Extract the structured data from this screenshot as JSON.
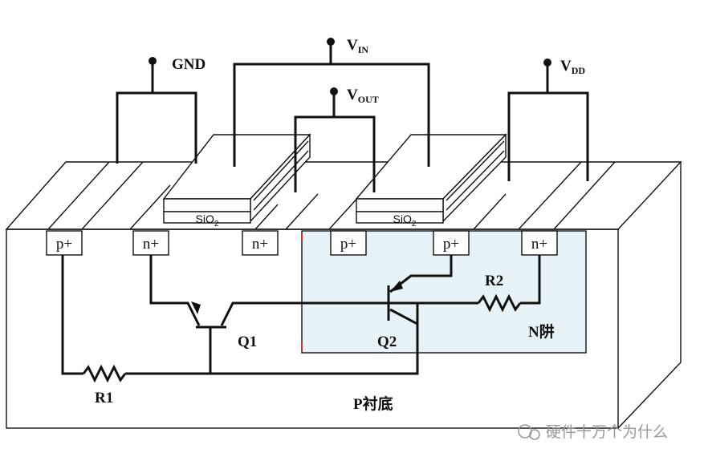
{
  "terminals": {
    "gnd": {
      "main": "GND",
      "sub": ""
    },
    "vin": {
      "main": "V",
      "sub": "IN"
    },
    "vout": {
      "main": "V",
      "sub": "OUT"
    },
    "vdd": {
      "main": "V",
      "sub": "DD"
    }
  },
  "diffusions": [
    "p+",
    "n+",
    "n+",
    "p+",
    "p+",
    "n+"
  ],
  "oxide": [
    "SiO",
    "SiO"
  ],
  "oxide_sub": "2",
  "components": {
    "q1": "Q1",
    "q2": "Q2",
    "r1": "R1",
    "r2": "R2"
  },
  "regions": {
    "nwell": "N阱",
    "substrate": "P衬底"
  },
  "watermark": "硬件十万个为什么",
  "colors": {
    "nwell_fill": "#e8f3f8",
    "line": "#111111"
  }
}
